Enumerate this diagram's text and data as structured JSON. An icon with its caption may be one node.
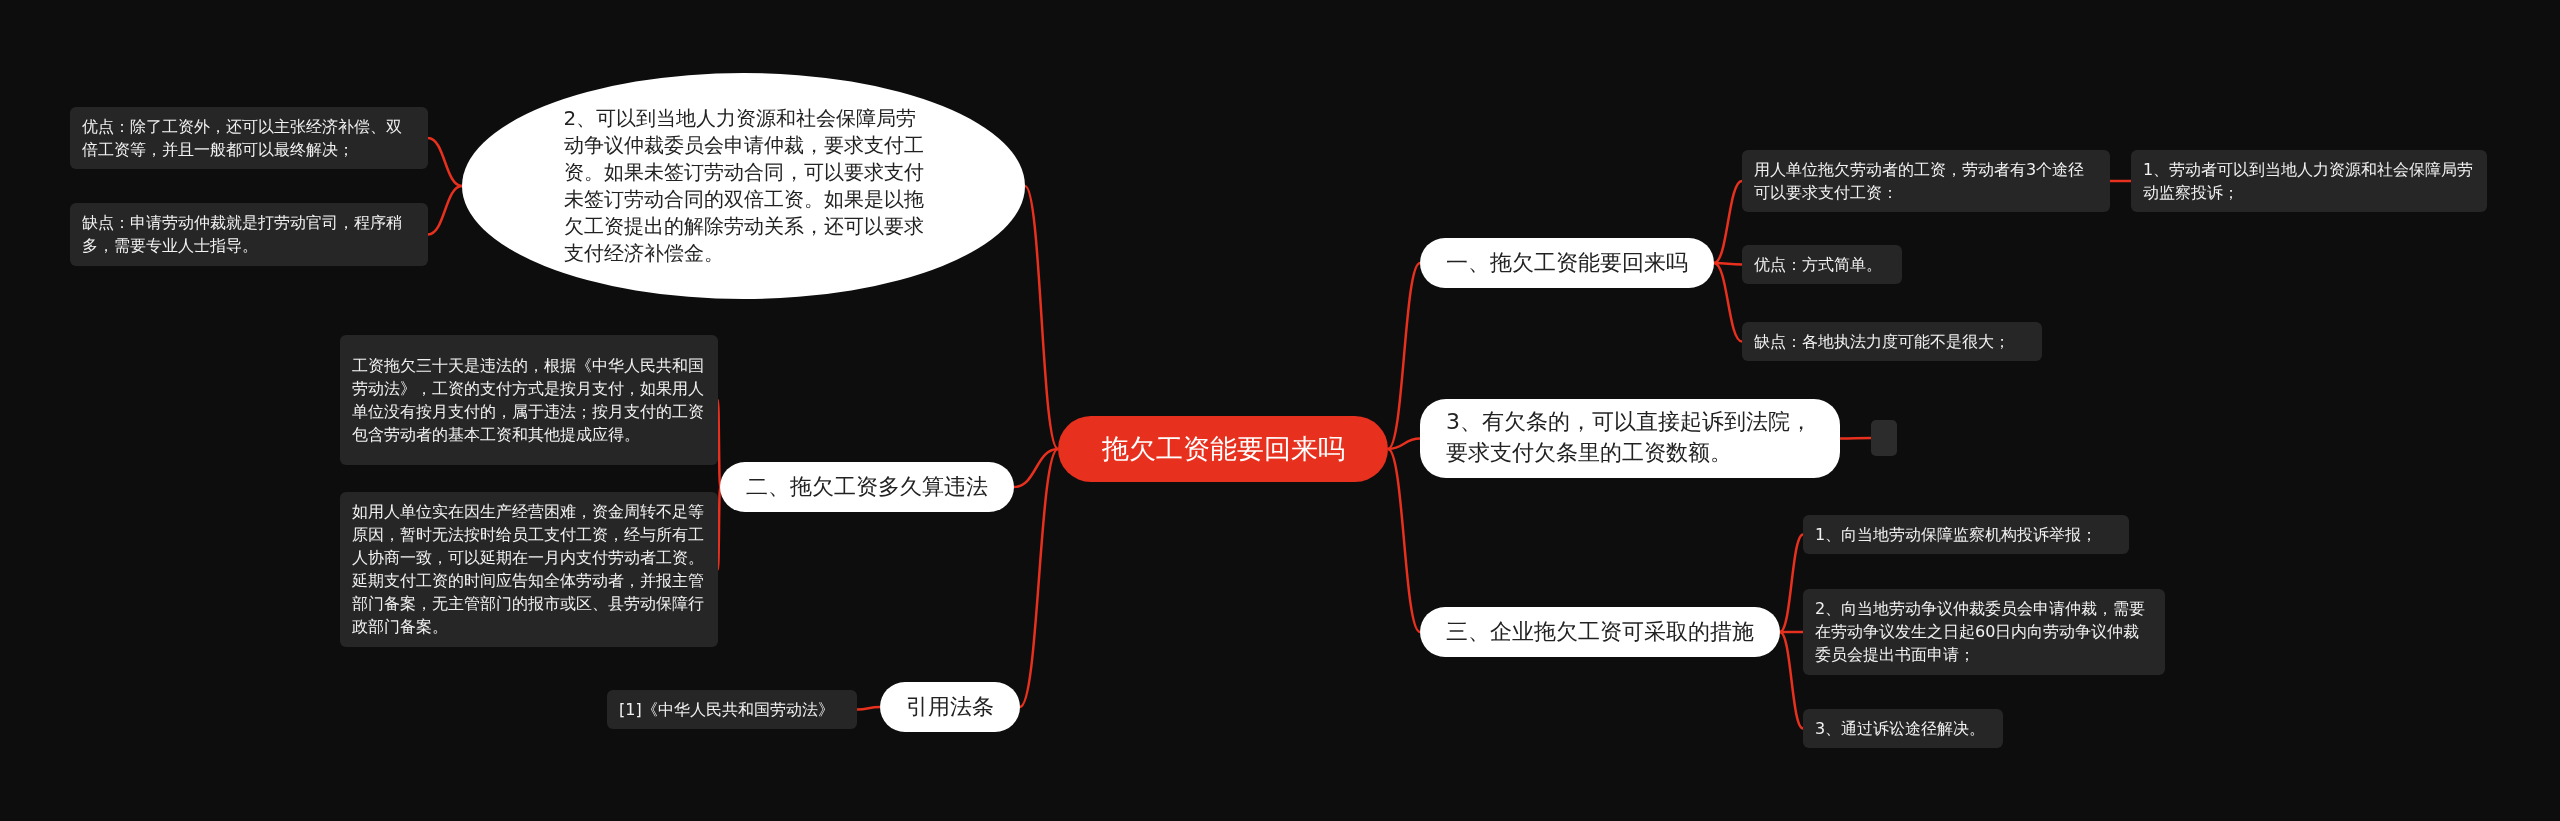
{
  "diagram": {
    "nodes": [
      {
        "text": [
          "拖欠工资能要回来吗"
        ]
      },
      {
        "text": [
          "一、拖欠工资能要回来吗"
        ]
      },
      {
        "text": [
          "用人单位拖欠劳动者的工资，劳动者有3个途径可以要求支付工资："
        ]
      },
      {
        "text": [
          "1、劳动者可以到当地人力资源和社会保障局劳动监察投诉；"
        ]
      },
      {
        "text": [
          "优点：方式简单。"
        ]
      },
      {
        "text": [
          "缺点：各地执法力度可能不是很大；"
        ]
      },
      {
        "text": [
          "3、有欠条的，可以直接起诉到法院，要求支付欠条里的工资数额。"
        ]
      },
      {
        "text": [],
        "shape": "box"
      },
      {
        "text": [
          "三、企业拖欠工资可采取的措施"
        ]
      },
      {
        "text": [
          "1、向当地劳动保障监察机构投诉举报；"
        ]
      },
      {
        "text": [
          "2、向当地劳动争议仲裁委员会申请仲裁，需要在劳动争议发生之日起60日内向劳动争议仲裁委员会提出书面申请；"
        ]
      },
      {
        "text": [
          "3、通过诉讼途径解决。"
        ]
      },
      {
        "text": [
          "2、可以到当地人力资源和社会保障局劳动争议仲裁委员会申请仲裁，要求支付工资。如果未签订劳动合同，可以要求支付未签订劳动合同的双倍工资。如果是以拖欠工资提出的解除劳动关系，还可以要求支付经济补偿金。"
        ]
      },
      {
        "text": [
          "优点：除了工资外，还可以主张经济补偿、双倍工资等，并且一般都可以最终解决；"
        ]
      },
      {
        "text": [
          "缺点：申请劳动仲裁就是打劳动官司，程序稍多，需要专业人士指导。"
        ]
      },
      {
        "text": [
          "二、拖欠工资多久算违法"
        ]
      },
      {
        "text": [
          "工资拖欠三十天是违法的，根据《中华人民共和国劳动法》，工资的支付方式是按月支付，如果用人单位没有按月支付的，属于违法；按月支付的工资包含劳动者的基本工资和其他提成应得。"
        ]
      },
      {
        "text": [
          "如用人单位实在因生产经营困难，资金周转不足等原因，暂时无法按时给员工支付工资，经与所有工人协商一致，可以延期在一月内支付劳动者工资。延期支付工资的时间应告知全体劳动者，并报主管部门备案，无主管部门的报市或区、县劳动保障行政部门备案。"
        ]
      },
      {
        "text": [
          "引用法条"
        ]
      },
      {
        "text": [
          "[1]《中华人民共和国劳动法》"
        ]
      }
    ],
    "edges": [
      {
        "from": 0,
        "to": 1,
        "arrow": "none"
      },
      {
        "from": 1,
        "to": 2,
        "arrow": "none"
      },
      {
        "from": 2,
        "to": 3,
        "arrow": "none"
      },
      {
        "from": 1,
        "to": 4,
        "arrow": "none"
      },
      {
        "from": 1,
        "to": 5,
        "arrow": "none"
      },
      {
        "from": 0,
        "to": 6,
        "arrow": "none"
      },
      {
        "from": 6,
        "to": 7,
        "arrow": "none"
      },
      {
        "from": 0,
        "to": 8,
        "arrow": "none"
      },
      {
        "from": 8,
        "to": 9,
        "arrow": "none"
      },
      {
        "from": 8,
        "to": 10,
        "arrow": "none"
      },
      {
        "from": 8,
        "to": 11,
        "arrow": "none"
      },
      {
        "from": 0,
        "to": 12,
        "arrow": "none"
      },
      {
        "from": 12,
        "to": 13,
        "arrow": "none"
      },
      {
        "from": 12,
        "to": 14,
        "arrow": "none"
      },
      {
        "from": 0,
        "to": 15,
        "arrow": "none"
      },
      {
        "from": 15,
        "to": 16,
        "arrow": "none"
      },
      {
        "from": 15,
        "to": 17,
        "arrow": "none"
      },
      {
        "from": 0,
        "to": 18,
        "arrow": "none"
      },
      {
        "from": 18,
        "to": 19,
        "arrow": "none"
      }
    ]
  }
}
